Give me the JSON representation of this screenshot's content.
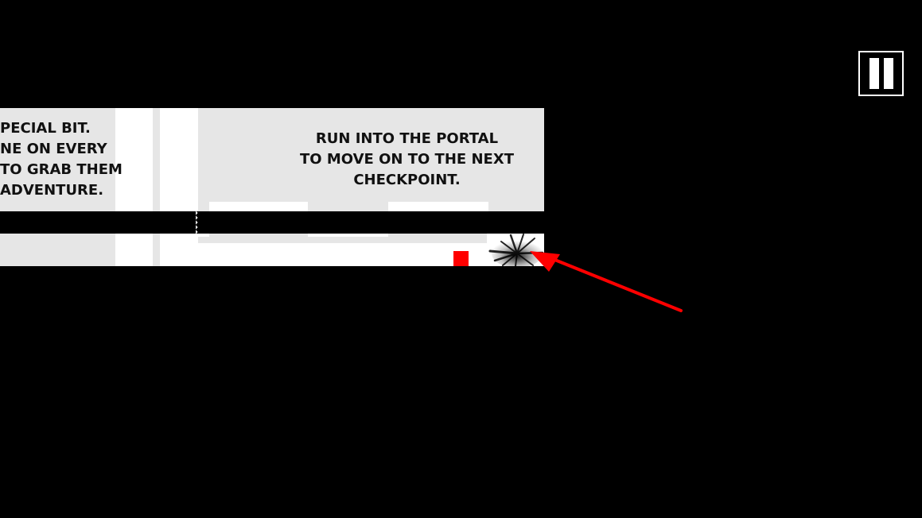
{
  "game": {
    "left_sign": {
      "lines": [
        "PECIAL BIT.",
        "NE ON EVERY",
        "TO GRAB THEM",
        "ADVENTURE."
      ]
    },
    "right_sign": {
      "lines": [
        "RUN INTO THE PORTAL",
        "TO MOVE ON TO THE NEXT",
        "CHECKPOINT."
      ]
    },
    "controls": {
      "pause_icon": "pause-icon"
    },
    "colors": {
      "background": "#000000",
      "wall_light": "#e6e6e6",
      "wall_white": "#ffffff",
      "player": "#ff0000",
      "arrow": "#ff0000",
      "text": "#111111"
    }
  }
}
